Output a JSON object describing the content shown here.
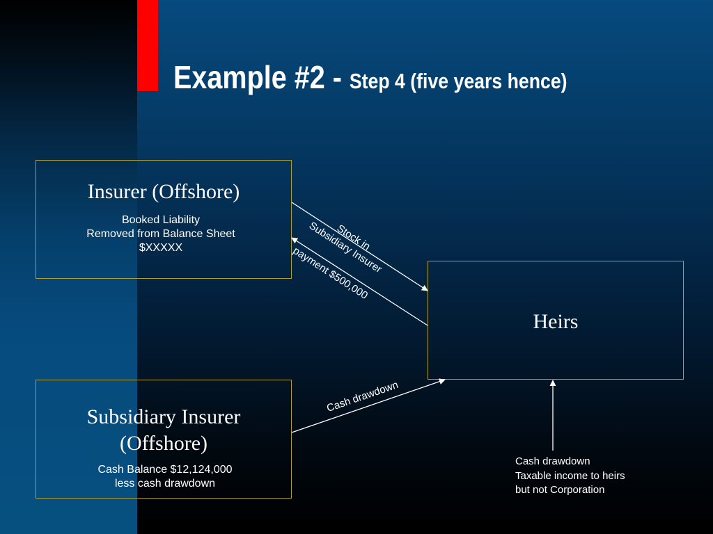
{
  "title": {
    "main": "Example #2 - ",
    "sub": "Step 4 (five years hence)"
  },
  "insurer_box": {
    "heading": "Insurer (Offshore)",
    "lines": [
      "Booked Liability",
      "Removed from Balance Sheet",
      "$XXXXX"
    ]
  },
  "heirs_box": {
    "heading": "Heirs"
  },
  "subsidiary_box": {
    "heading_lines": [
      "Subsidiary Insurer",
      "(Offshore)"
    ],
    "lines": [
      "Cash Balance $12,124,000",
      "less cash drawdown"
    ]
  },
  "arrows": {
    "stock_lines": [
      "Stock in",
      "Subsidiary Insurer"
    ],
    "payment": "payment $500,000",
    "cash_drawdown": "Cash drawdown"
  },
  "note": {
    "lines": [
      "Cash drawdown",
      "Taxable income to heirs",
      "but not Corporation"
    ]
  },
  "colors": {
    "box_border": "#b59f2c",
    "accent_bar": "#ff0000",
    "text": "#ffffff"
  }
}
